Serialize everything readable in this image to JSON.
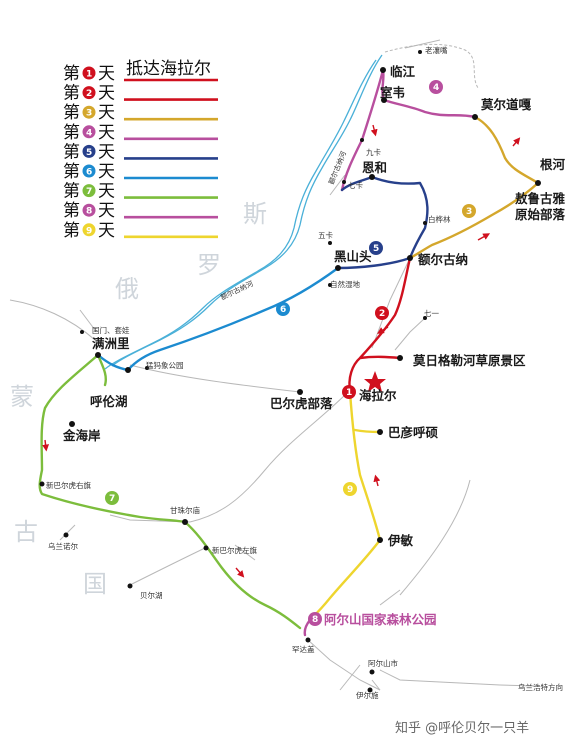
{
  "colors": {
    "day1": "#d0101e",
    "day2": "#d0101e",
    "day3": "#d4a72c",
    "day4": "#b84f9e",
    "day5": "#27408b",
    "day6": "#1c8bd0",
    "day7": "#7cbd3c",
    "day8": "#b84f9e",
    "day9": "#eed52e",
    "river": "#4ab0d8",
    "road": "#b7b7b7"
  },
  "legend": {
    "di": "第",
    "tian": "天",
    "items": [
      {
        "num": "1",
        "label": "抵达海拉尔",
        "color": "#d0101e"
      },
      {
        "num": "2",
        "label": "",
        "color": "#d0101e"
      },
      {
        "num": "3",
        "label": "",
        "color": "#d4a72c"
      },
      {
        "num": "4",
        "label": "",
        "color": "#b84f9e"
      },
      {
        "num": "5",
        "label": "",
        "color": "#27408b"
      },
      {
        "num": "6",
        "label": "",
        "color": "#1c8bd0"
      },
      {
        "num": "7",
        "label": "",
        "color": "#7cbd3c"
      },
      {
        "num": "8",
        "label": "",
        "color": "#b84f9e"
      },
      {
        "num": "9",
        "label": "",
        "color": "#eed52e"
      }
    ]
  },
  "countries": {
    "russia": [
      "俄",
      "罗",
      "斯"
    ],
    "mongolia": [
      "蒙",
      "古",
      "国"
    ]
  },
  "places": {
    "hailaer": "海拉尔",
    "linjiang": "临江",
    "shiwei": "室韦",
    "laolanghe": "老瀼嘴",
    "moerdaoga": "莫尔道嘎",
    "genhe": "根河",
    "aoluguya": "敖鲁古雅",
    "aoluguya2": "原始部落",
    "enhe": "恩和",
    "jiuka": "九卡",
    "qika": "七卡",
    "baihualin": "白桦林",
    "wuka": "五卡",
    "heishantou": "黑山头",
    "eergunashidi": "自然湿地",
    "eerguna": "额尔古纳",
    "qiyi": "七一",
    "morigele": "莫日格勒河草原景区",
    "manzhouli": "满洲里",
    "guomen": "国门、套娃",
    "hulunhu": "呼伦湖",
    "maxiang": "猛犸象公园",
    "baerhu": "巴尔虎部落",
    "bayanhushuo": "巴彦呼硕",
    "jinhaian": "金海岸",
    "xinbayouqi": "新巴尔虎右旗",
    "ganzhuer": "甘珠尔庙",
    "xinbazuoqi": "新巴尔虎左旗",
    "wulanuoer": "乌兰诺尔",
    "beierhu": "贝尔湖",
    "yimin": "伊敏",
    "aershan": "阿尔山国家森林公园",
    "aershanshi": "阿尔山市",
    "yierzhi": "伊尔施",
    "wulanhaote": "乌兰浩特方向",
    "adahan": "罕达盖"
  },
  "rivers": {
    "eergunahe_north": "额尔古纳河",
    "eergunahe_south": "额尔古纳河"
  },
  "watermark": "知乎 @呼伦贝尔一只羊"
}
